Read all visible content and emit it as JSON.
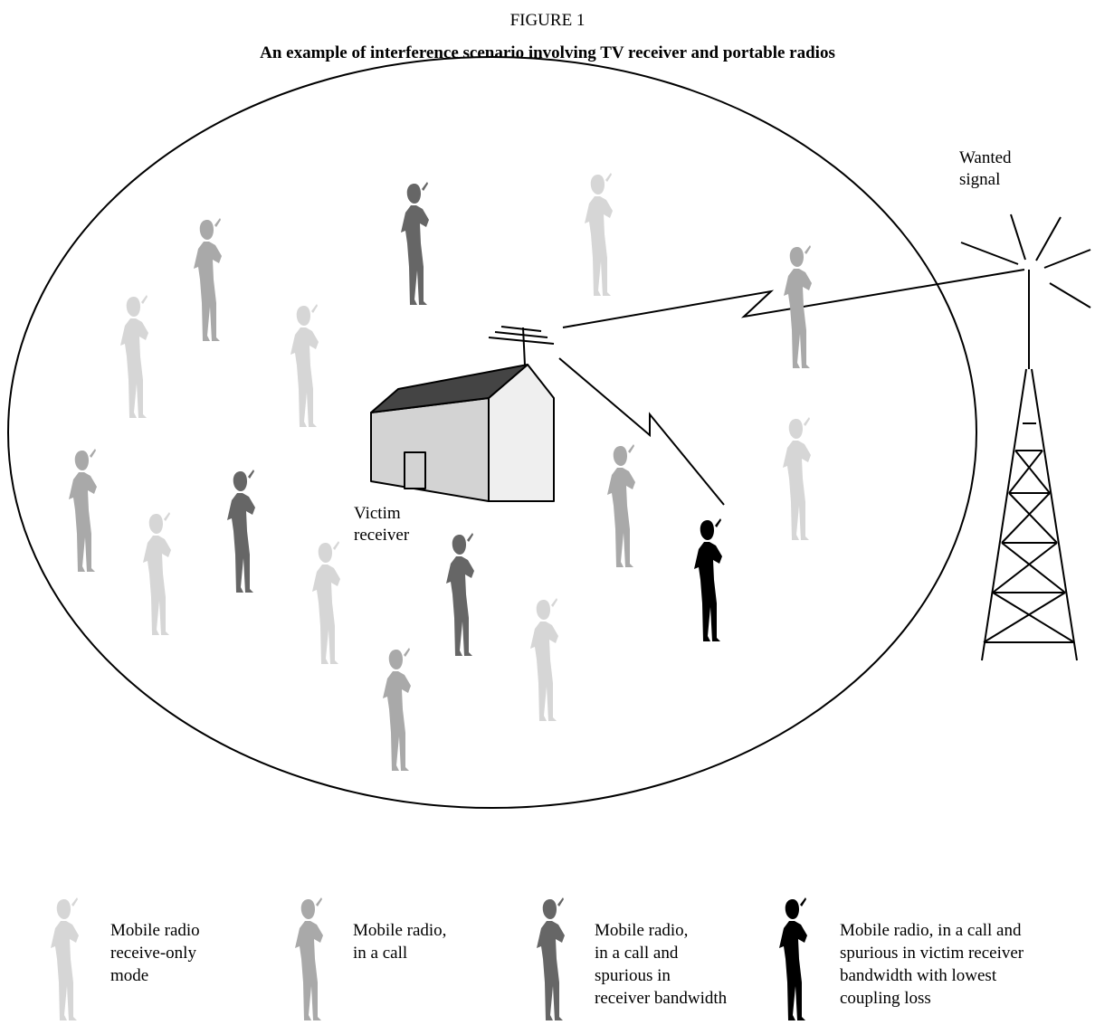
{
  "figure": {
    "label": "FIGURE 1",
    "title": "An example of interference scenario involving TV receiver and portable radios"
  },
  "colors": {
    "receive_only": "#d6d6d6",
    "in_call": "#a9a9a9",
    "spurious": "#666666",
    "lowest_coupling": "#000000"
  },
  "labels": {
    "wanted_signal": [
      "Wanted",
      "signal"
    ],
    "victim_receiver": [
      "Victim",
      "receiver"
    ]
  },
  "legend": [
    {
      "key": "receive_only",
      "lines": [
        "Mobile radio",
        "receive-only",
        "mode"
      ]
    },
    {
      "key": "in_call",
      "lines": [
        "Mobile radio,",
        "in a call"
      ]
    },
    {
      "key": "spurious",
      "lines": [
        "Mobile radio,",
        "in a call and",
        "spurious in",
        "receiver bandwidth"
      ]
    },
    {
      "key": "lowest_coupling",
      "lines": [
        "Mobile radio, in a call and",
        "spurious in victim receiver",
        "bandwidth with lowest",
        "coupling loss"
      ]
    }
  ],
  "people": [
    {
      "key": "spurious"
    },
    {
      "key": "receive_only"
    },
    {
      "key": "in_call"
    },
    {
      "key": "receive_only"
    },
    {
      "key": "in_call"
    },
    {
      "key": "receive_only"
    },
    {
      "key": "in_call"
    },
    {
      "key": "spurious"
    },
    {
      "key": "receive_only"
    },
    {
      "key": "receive_only"
    },
    {
      "key": "spurious"
    },
    {
      "key": "receive_only"
    },
    {
      "key": "in_call"
    },
    {
      "key": "lowest_coupling"
    },
    {
      "key": "in_call"
    },
    {
      "key": "receive_only"
    }
  ]
}
